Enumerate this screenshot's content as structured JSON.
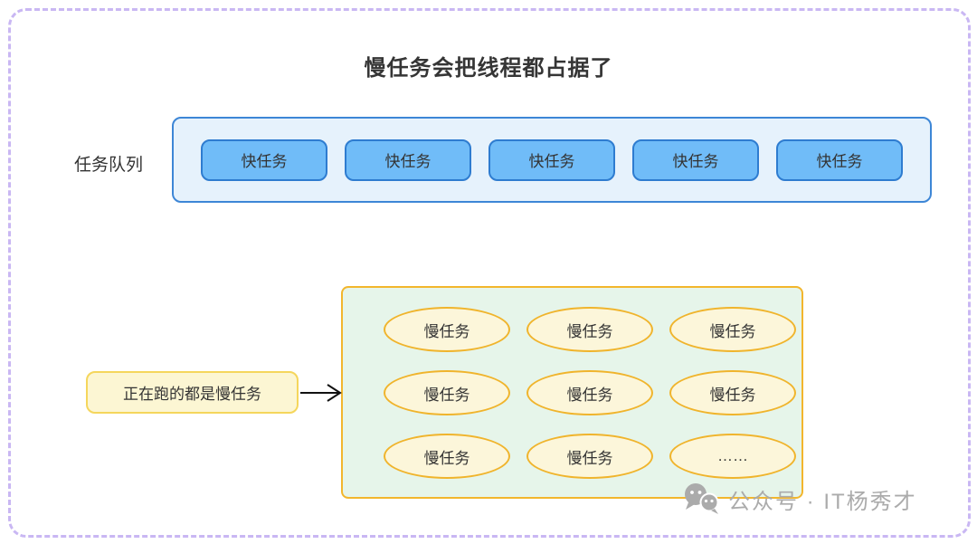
{
  "title": "慢任务会把线程都占据了",
  "queue": {
    "label": "任务队列",
    "tasks": [
      "快任务",
      "快任务",
      "快任务",
      "快任务",
      "快任务"
    ]
  },
  "thread_pool": {
    "tasks": [
      "慢任务",
      "慢任务",
      "慢任务",
      "慢任务",
      "慢任务",
      "慢任务",
      "慢任务",
      "慢任务",
      "……"
    ]
  },
  "callout": {
    "label": "正在跑的都是慢任务"
  },
  "watermark": {
    "icon": "wechat-icon",
    "text": "公众号 · IT杨秀才"
  },
  "colors": {
    "frame_dash": "#c9b7f3",
    "queue_fill": "#e6f2fc",
    "queue_border": "#3d86d6",
    "fast_task_fill": "#70bcf8",
    "fast_task_border": "#2e7cd0",
    "pool_fill": "#e6f5ea",
    "pool_border": "#f2b62d",
    "slow_task_fill": "#fcf6da",
    "slow_task_border": "#f0b42c",
    "callout_fill": "#fcf6d3",
    "callout_border": "#f5d65c",
    "text": "#333333",
    "watermark": "#ababab"
  }
}
